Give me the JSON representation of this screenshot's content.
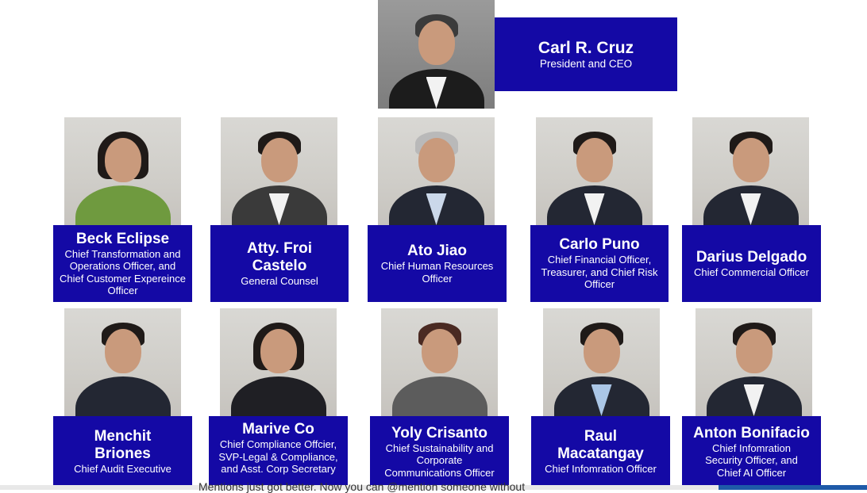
{
  "ceo": {
    "name": "Carl R. Cruz",
    "title": "President and CEO"
  },
  "row1": [
    {
      "name": "Beck Eclipse",
      "title": "Chief Transformation and Operations Officer, and Chief Customer Expereince Officer"
    },
    {
      "name": "Atty. Froi Castelo",
      "title": "General Counsel"
    },
    {
      "name": "Ato Jiao",
      "title": "Chief Human Resources Officer"
    },
    {
      "name": "Carlo Puno",
      "title": "Chief Financial Officer, Treasurer, and Chief Risk Officer"
    },
    {
      "name": "Darius Delgado",
      "title": "Chief Commercial Officer"
    }
  ],
  "row2": [
    {
      "name": "Menchit Briones",
      "title": "Chief Audit Executive"
    },
    {
      "name": "Marive Co",
      "title": "Chief Compliance Offcier, SVP-Legal & Compliance, and Asst. Corp Secretary"
    },
    {
      "name": "Yoly Crisanto",
      "title": "Chief Sustainability and Corporate Communications Officer"
    },
    {
      "name": "Raul Macatangay",
      "title": "Chief Infomration Officer"
    },
    {
      "name": "Anton Bonifacio",
      "title": "Chief Infomration Security Officer, and Chief AI Officer"
    }
  ],
  "footer_text": "Mentions just got better. Now you can @mention someone without"
}
